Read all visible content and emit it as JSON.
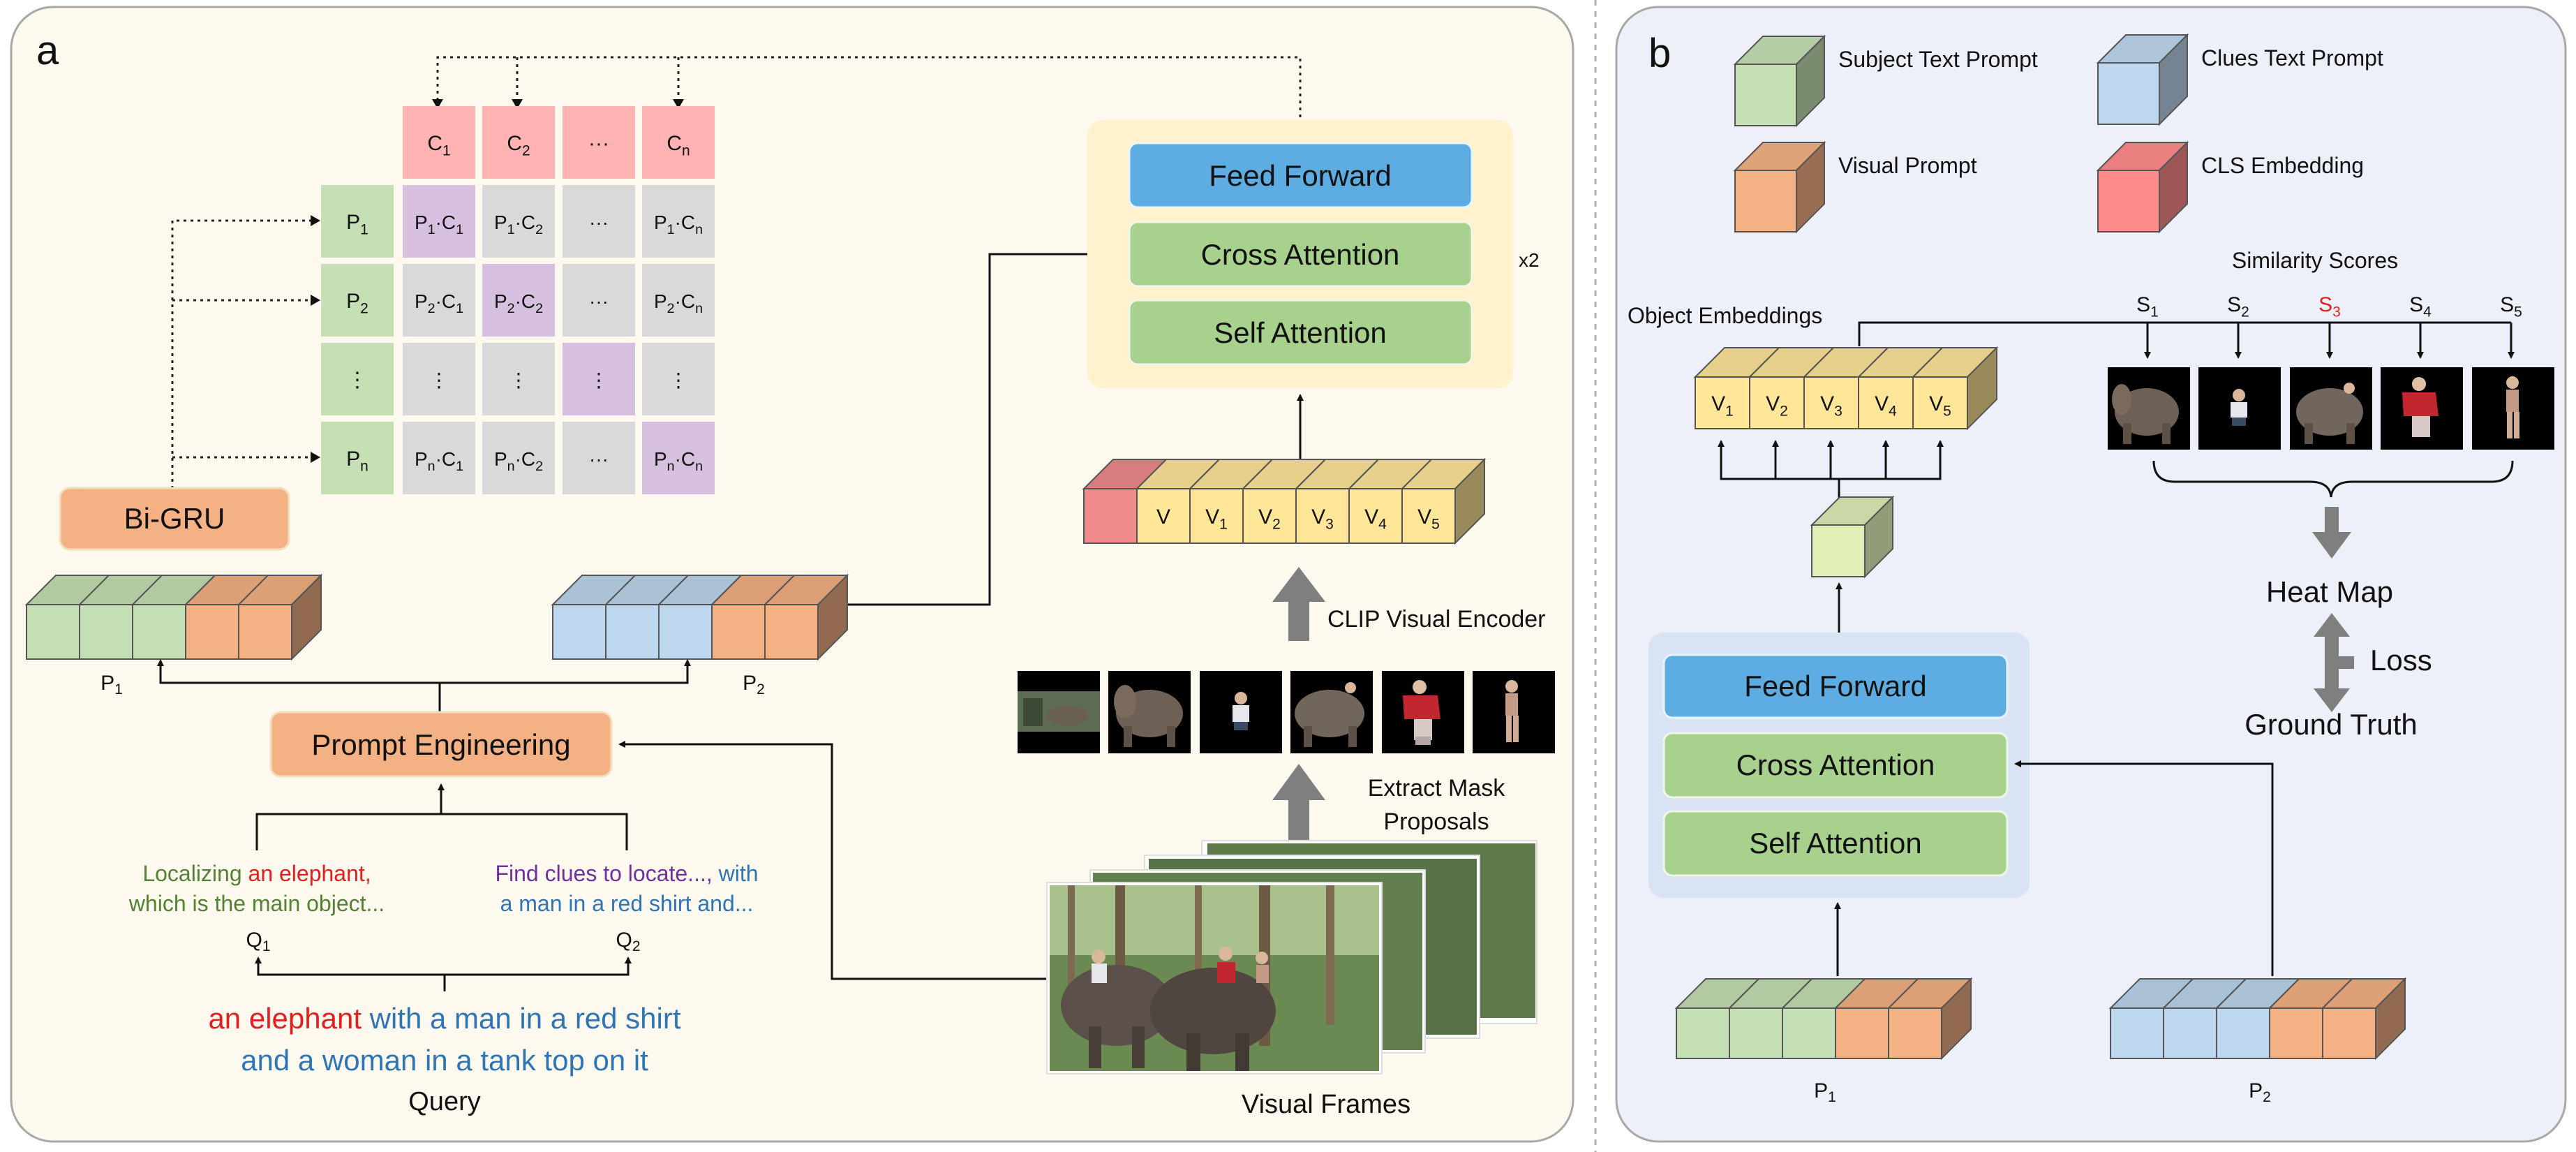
{
  "panel_a": {
    "label": "a",
    "matrix": {
      "col_headers": [
        "C1",
        "C2",
        "···",
        "Cn"
      ],
      "row_headers": [
        "P1",
        "P2",
        "⋮",
        "Pn"
      ],
      "cells": [
        [
          "P1·C1",
          "P1·C2",
          "···",
          "P1·Cn"
        ],
        [
          "P2·C1",
          "P2·C2",
          "···",
          "P2·Cn"
        ],
        [
          "⋮",
          "⋮",
          "⋮",
          "⋮"
        ],
        [
          "Pn·C1",
          "Pn·C2",
          "···",
          "Pn·Cn"
        ]
      ]
    },
    "bigru": "Bi-GRU",
    "p1_label": "P1",
    "p2_label": "P2",
    "prompt_engineering": "Prompt Engineering",
    "subject_text_1": "Localizing ",
    "subject_text_highlight": "an elephant,",
    "subject_text_2": "which is the main object...",
    "clues_text_1a": "Find clues to locate...,",
    "clues_text_1b": " with",
    "clues_text_2": "a man in a red shirt and...",
    "q1": "Q1",
    "q2": "Q2",
    "query_line1_red": "an elephant",
    "query_line1_blue": " with a man in a red shirt",
    "query_line2": "and a woman in a tank top on it",
    "query_title": "Query",
    "transformer": {
      "feed_forward": "Feed Forward",
      "cross_attention": "Cross Attention",
      "self_attention": "Self Attention",
      "repeat": "x2"
    },
    "tokens": [
      "V",
      "V1",
      "V2",
      "V3",
      "V4",
      "V5"
    ],
    "clip_encoder": "CLIP Visual Encoder",
    "extract_mask_1": "Extract Mask",
    "extract_mask_2": "Proposals",
    "visual_frames": "Visual Frames"
  },
  "panel_b": {
    "label": "b",
    "legend": [
      {
        "text": "Subject Text Prompt",
        "color": "#c5e0b4"
      },
      {
        "text": "Clues Text Prompt",
        "color": "#bdd7ee"
      },
      {
        "text": "Visual Prompt",
        "color": "#f4b183"
      },
      {
        "text": "CLS Embedding",
        "color": "#ff8b8b"
      }
    ],
    "object_embeddings": "Object Embeddings",
    "embeddings": [
      "V1",
      "V2",
      "V3",
      "V4",
      "V5"
    ],
    "similarity_scores": "Similarity Scores",
    "scores": [
      "S1",
      "S2",
      "S3",
      "S4",
      "S5"
    ],
    "heat_map": "Heat Map",
    "loss": "Loss",
    "ground_truth": "Ground Truth",
    "transformer": {
      "feed_forward": "Feed Forward",
      "cross_attention": "Cross Attention",
      "self_attention": "Self Attention"
    },
    "p1_label": "P1",
    "p2_label": "P2"
  },
  "colors": {
    "green": "#c5e0b4",
    "blue": "#bdd7ee",
    "orange": "#f4b183",
    "cls_red": "#f08b8b",
    "yellow": "#ffe699",
    "purple": "#d6bfdf",
    "gray": "#d9d9d9",
    "pink": "#ffb3b3",
    "ff_blue": "#5dade2",
    "attn_green": "#a9d18e",
    "highlight_red": "#e02020",
    "text_green": "#548235",
    "text_purple": "#7030a0",
    "text_blue": "#2e75b6"
  }
}
